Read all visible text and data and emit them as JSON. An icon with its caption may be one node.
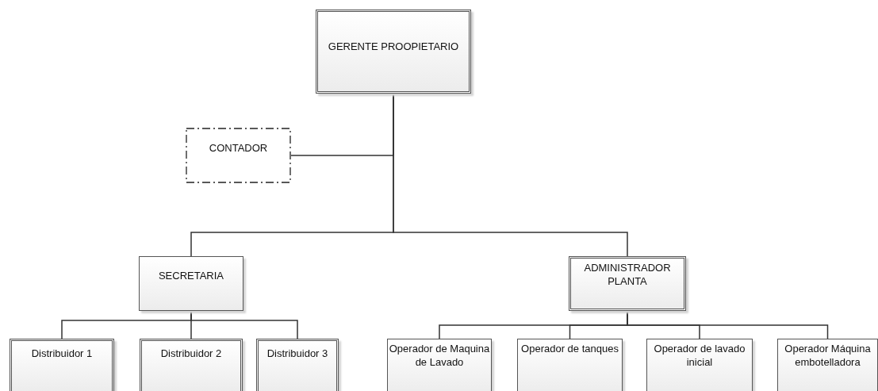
{
  "diagram": {
    "nodes": [
      {
        "text": [
          "GERENTE PROOPIETARIO"
        ]
      },
      {
        "text": [
          "CONTADOR"
        ]
      },
      {
        "text": [
          "SECRETARIA"
        ]
      },
      {
        "text": [
          "ADMINISTRADOR PLANTA"
        ]
      },
      {
        "text": [
          "Distribuidor 1"
        ]
      },
      {
        "text": [
          "Distribuidor 2"
        ]
      },
      {
        "text": [
          "Distribuidor 3"
        ]
      },
      {
        "text": [
          "Operador de Maquina de Lavado"
        ]
      },
      {
        "text": [
          "Operador de tanques"
        ]
      },
      {
        "text": [
          "Operador de lavado inicial"
        ]
      },
      {
        "text": [
          "Operador Máquina embotelladora"
        ]
      }
    ],
    "edges": [
      {
        "from": 0,
        "to": 1,
        "arrow": "none"
      },
      {
        "from": 0,
        "to": 2,
        "arrow": "none"
      },
      {
        "from": 0,
        "to": 3,
        "arrow": "none"
      },
      {
        "from": 2,
        "to": 4,
        "arrow": "none"
      },
      {
        "from": 2,
        "to": 5,
        "arrow": "none"
      },
      {
        "from": 2,
        "to": 6,
        "arrow": "none"
      },
      {
        "from": 3,
        "to": 7,
        "arrow": "none"
      },
      {
        "from": 3,
        "to": 8,
        "arrow": "none"
      },
      {
        "from": 3,
        "to": 9,
        "arrow": "none"
      },
      {
        "from": 3,
        "to": 10,
        "arrow": "none"
      }
    ]
  }
}
